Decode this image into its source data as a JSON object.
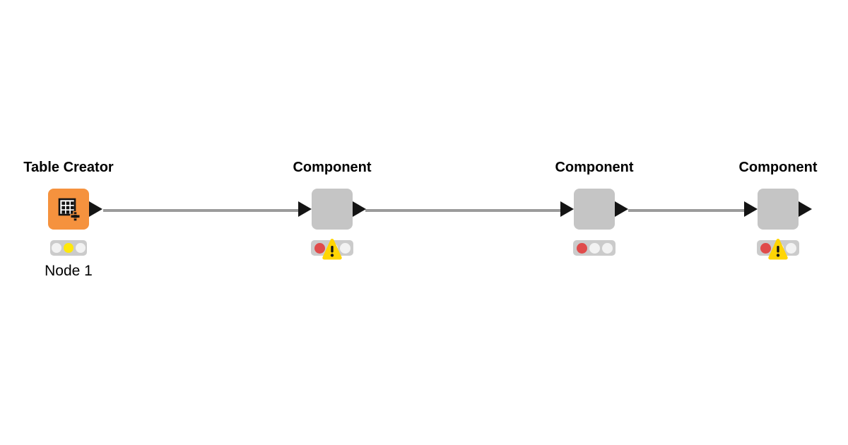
{
  "canvas": {
    "background": "#ffffff"
  },
  "nodes": [
    {
      "title": "Table Creator",
      "label": "Node 1",
      "kind": "source-node",
      "icon": "table-plus-icon",
      "node_color": "#F5923E",
      "status_lights": [
        "off",
        "yellow",
        "off"
      ],
      "warning": false,
      "ports": {
        "input": false,
        "output": true
      }
    },
    {
      "title": "Component",
      "label": "",
      "kind": "component",
      "icon": "",
      "node_color": "#C5C5C5",
      "status_lights": [
        "red",
        "off",
        "off"
      ],
      "warning": true,
      "ports": {
        "input": true,
        "output": true
      }
    },
    {
      "title": "Component",
      "label": "",
      "kind": "component",
      "icon": "",
      "node_color": "#C5C5C5",
      "status_lights": [
        "red",
        "off",
        "off"
      ],
      "warning": false,
      "ports": {
        "input": true,
        "output": true
      }
    },
    {
      "title": "Component",
      "label": "",
      "kind": "component",
      "icon": "",
      "node_color": "#C5C5C5",
      "status_lights": [
        "red",
        "off",
        "off"
      ],
      "warning": true,
      "ports": {
        "input": true,
        "output": true
      }
    }
  ],
  "connections": [
    {
      "from": "Table Creator",
      "to": "Component 1"
    },
    {
      "from": "Component 1",
      "to": "Component 2"
    },
    {
      "from": "Component 2",
      "to": "Component 3"
    }
  ],
  "colors": {
    "source_node": "#F5923E",
    "component_node": "#C5C5C5",
    "connection_line": "#9B9B9B",
    "port": "#141414",
    "traffic_bar": "#CBCBCB",
    "light_off": "#F2F2F2",
    "light_red": "#E04B4B",
    "light_yellow": "#FFE80A",
    "warning_triangle": "#FFD504",
    "text": "#000000"
  }
}
